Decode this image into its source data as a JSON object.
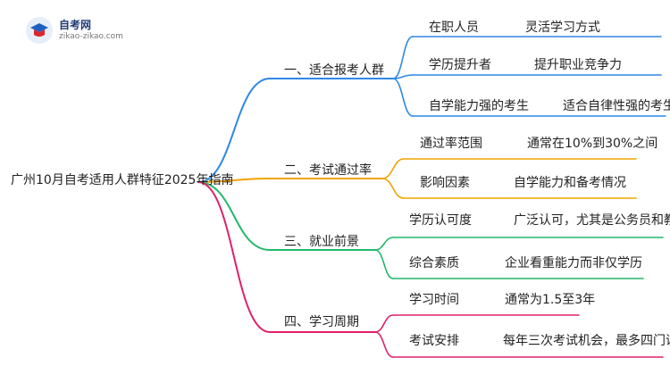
{
  "logo": {
    "title": "自考网",
    "subtitle": "zikao-zikao.com"
  },
  "root": "广州10月自考适用人群特征2025年指南",
  "branches": [
    {
      "label": "一、适合报考人群",
      "color": "#2e88e6",
      "children": [
        {
          "key": "在职人员",
          "value": "灵活学习方式"
        },
        {
          "key": "学历提升者",
          "value": "提升职业竞争力"
        },
        {
          "key": "自学能力强的考生",
          "value": "适合自律性强的考生"
        }
      ]
    },
    {
      "label": "二、考试通过率",
      "color": "#f0a400",
      "children": [
        {
          "key": "通过率范围",
          "value": "通常在10%到30%之间"
        },
        {
          "key": "影响因素",
          "value": "自学能力和备考情况"
        }
      ]
    },
    {
      "label": "三、就业前景",
      "color": "#22b86b",
      "children": [
        {
          "key": "学历认可度",
          "value": "广泛认可，尤其是公务员和教师"
        },
        {
          "key": "综合素质",
          "value": "企业看重能力而非仅学历"
        }
      ]
    },
    {
      "label": "四、学习周期",
      "color": "#e0206b",
      "children": [
        {
          "key": "学习时间",
          "value": "通常为1.5至3年"
        },
        {
          "key": "考试安排",
          "value": "每年三次考试机会，最多四门课程"
        }
      ]
    }
  ]
}
